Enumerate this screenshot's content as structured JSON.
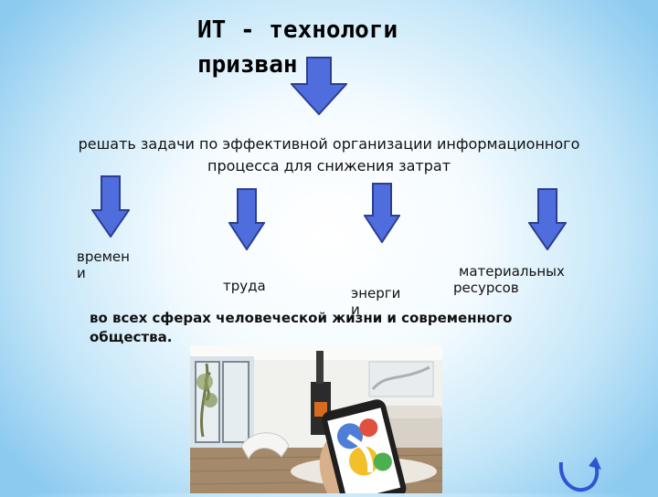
{
  "slide": {
    "title": "ИТ - технологи призван",
    "subtitle_line1": "решать задачи по эффективной организации информационного",
    "subtitle_line2": "процесса для снижения затрат",
    "items": [
      "времен и",
      "труда",
      "энерги и",
      "материальных ресурсов"
    ],
    "item_labels": {
      "time_l1": "времен",
      "time_l2": "и",
      "labor": "труда",
      "energy_l1": "энерги",
      "energy_l2": "и",
      "materials_l1": "материальных",
      "materials_l2": "ресурсов"
    },
    "footer_text": "во всех сферах человеческой жизни и  современного общества.",
    "arrow_color": "#4f6ddc",
    "arrow_stroke": "#2c3e91",
    "icons": [
      "down-arrow-icon",
      "return-arrow-icon"
    ],
    "photo": "living-room-with-smartphone-photo"
  }
}
